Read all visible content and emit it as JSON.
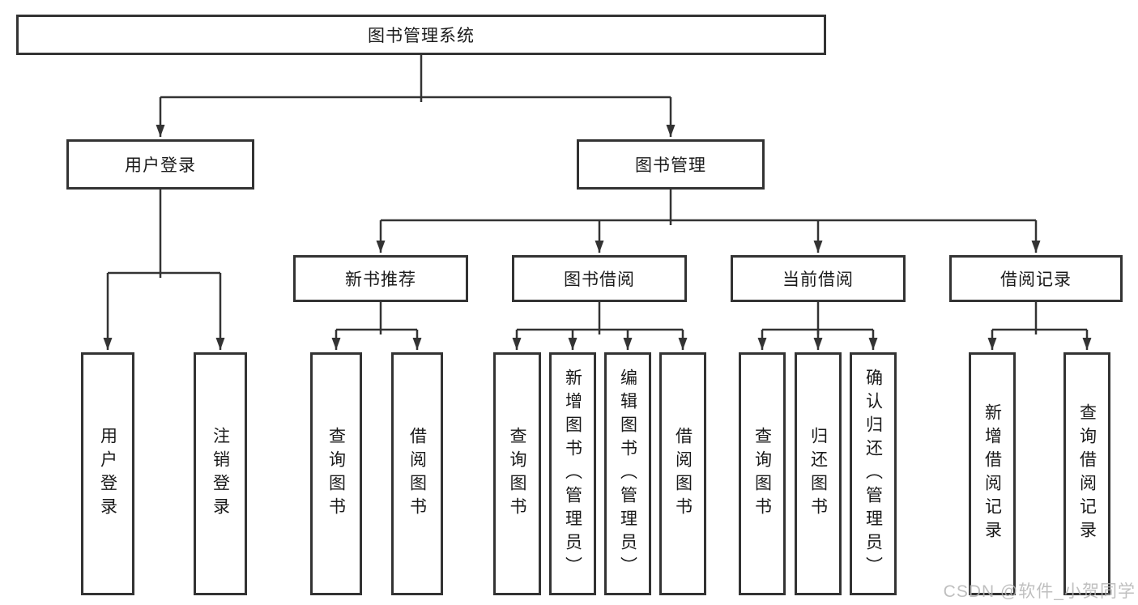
{
  "tree": {
    "root": "图书管理系统",
    "branches": [
      {
        "label": "用户登录",
        "children": [
          "用户登录",
          "注销登录"
        ]
      },
      {
        "label": "图书管理",
        "groups": [
          {
            "label": "新书推荐",
            "children": [
              "查询图书",
              "借阅图书"
            ]
          },
          {
            "label": "图书借阅",
            "children": [
              "查询图书",
              "新增图书（管理员）",
              "编辑图书（管理员）",
              "借阅图书"
            ]
          },
          {
            "label": "当前借阅",
            "children": [
              "查询图书",
              "归还图书",
              "确认归还（管理员）"
            ]
          },
          {
            "label": "借阅记录",
            "children": [
              "新增借阅记录",
              "查询借阅记录"
            ]
          }
        ]
      }
    ]
  },
  "watermark": {
    "text": "CSDN @软件_小贺同学"
  },
  "colors": {
    "line": "#333333",
    "box_border": "#333333",
    "text": "#1a1a1a",
    "watermark": "#b5b5b5",
    "background": "#ffffff"
  }
}
